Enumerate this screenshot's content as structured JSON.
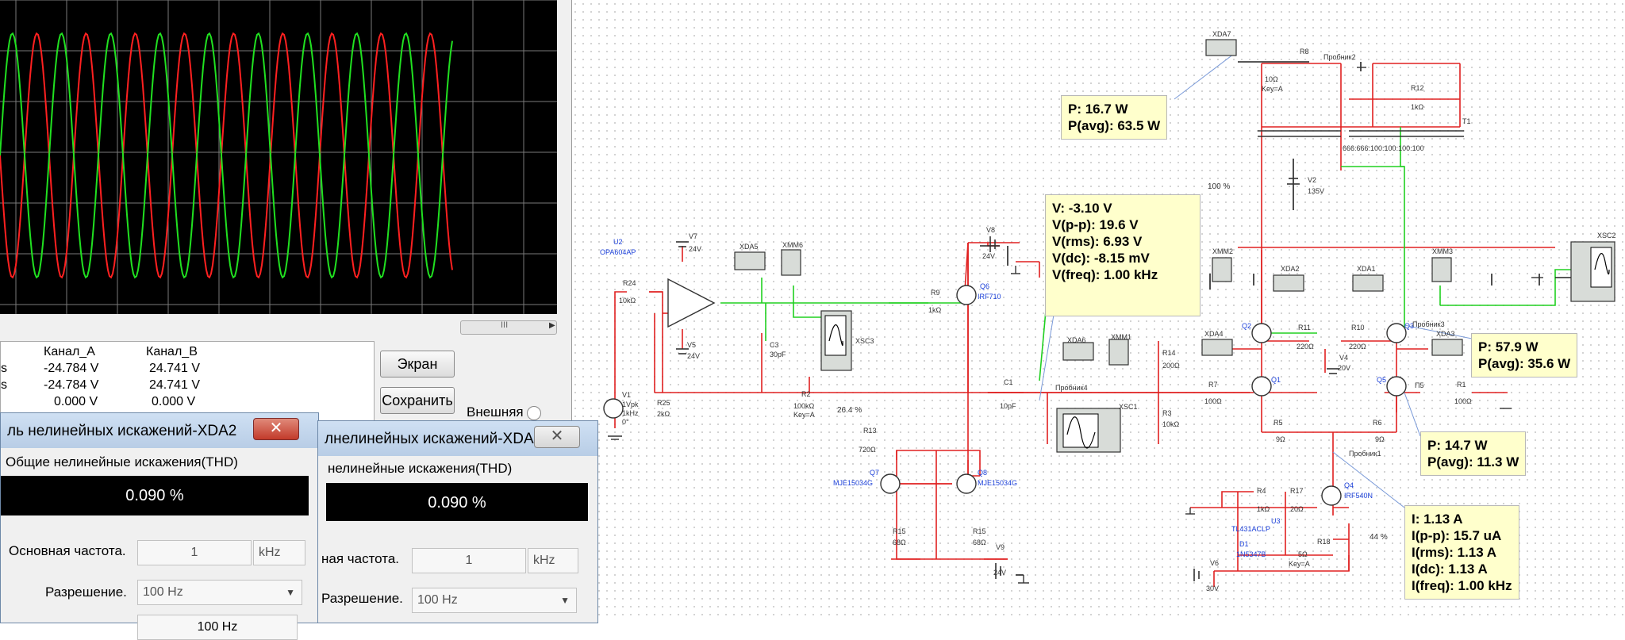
{
  "scope": {
    "table": {
      "headers": [
        "Канал_A",
        "Канал_B"
      ],
      "rows": [
        {
          "label": "s",
          "a": "-24.784 V",
          "b": "24.741 V"
        },
        {
          "label": "s",
          "a": "-24.784 V",
          "b": "24.741 V"
        },
        {
          "label": "",
          "a": "0.000 V",
          "b": "0.000 V"
        }
      ]
    },
    "buttons": {
      "screen": "Экран",
      "save": "Сохранить"
    },
    "external_label": "Внешняя",
    "scroll_glyph": "III",
    "traces": {
      "channel_a_color": "#ff2020",
      "channel_b_color": "#20e020"
    }
  },
  "thd_xda2": {
    "title": "ль нелинейных искажений-XDA2",
    "header": "Общие нелинейные искажения(THD)",
    "value": "0.090 %",
    "fundamental_label": "Основная частота.",
    "fundamental_value": "1",
    "fundamental_unit": "kHz",
    "resolution_label": "Разрешение.",
    "resolution_value": "100 Hz",
    "next_value": "100 Hz"
  },
  "thd_xda1": {
    "title": "лнелинейных искажений-XDA1",
    "header": "нелинейные искажения(THD)",
    "value": "0.090 %",
    "fundamental_label": "ная частота.",
    "fundamental_value": "1",
    "fundamental_unit": "kHz",
    "resolution_label": "Разрешение.",
    "resolution_value": "100 Hz"
  },
  "probes": {
    "p_top": [
      "P: 16.7 W",
      "P(avg): 63.5 W"
    ],
    "v_mid": [
      "V: -3.10 V",
      "V(p-p): 19.6 V",
      "V(rms): 6.93 V",
      "V(dc): -8.15 mV",
      "V(freq): 1.00 kHz"
    ],
    "p_right": [
      "P: 57.9 W",
      "P(avg): 35.6 W"
    ],
    "p_right2": [
      "P: 14.7 W",
      "P(avg): 11.3 W"
    ],
    "i_bottom": [
      "I: 1.13 A",
      "I(p-p): 15.7 uA",
      "I(rms): 1.13 A",
      "I(dc): 1.13 A",
      "I(freq): 1.00 kHz"
    ]
  },
  "schematic_labels": {
    "u2": "U2",
    "u2_part": "OPA604AP",
    "v7": "V7",
    "v7_val": "24V",
    "v5": "V5",
    "v5_val": "24V",
    "v8": "V8",
    "v8_val": "24V",
    "v9": "V9",
    "v9_val": "24V",
    "v1": "V1",
    "v1_val": [
      "1Vpk",
      "1kHz",
      "0°"
    ],
    "r24": "R24",
    "r24_val": "10kΩ",
    "r25": "R25",
    "r25_val": "2kΩ",
    "r9": "R9",
    "r9_val": "1kΩ",
    "r2": "R2",
    "r2_val": [
      "100kΩ",
      "Key=A"
    ],
    "r2_pct": "26.4 %",
    "c3": "C3",
    "c3_val": "30pF",
    "c1": "C1",
    "c1_val": "10pF",
    "q6": "Q6",
    "q6_part": "IRF710",
    "q7": "Q7",
    "q7_part": "MJE15034G",
    "q8": "Q8",
    "q8_part": "MJE15034G",
    "r13": "R13",
    "r13_val": "720Ω",
    "r15a": "R15",
    "r15a_val": "68Ω",
    "r15b": "R15",
    "r15b_val": "68Ω",
    "xda5": "XDA5",
    "xmm6": "XMM6",
    "xsc3": "XSC3",
    "xda6": "XDA6",
    "xmm1": "XMM1",
    "xsc1": "XSC1",
    "r14": "R14",
    "r14_val": "200Ω",
    "r3": "R3",
    "r3_val": "10kΩ",
    "probe4": "Пробник4",
    "xda7": "XDA7",
    "r8": "R8",
    "r8_val": [
      "10Ω",
      "Key=A"
    ],
    "probe2": "Пробник2",
    "r12": "R12",
    "r12_val": "1kΩ",
    "t1": "T1",
    "t1_ratio": "666:666:100:100:100:100",
    "v2": "V2",
    "v2_val": "135V",
    "pct100": "100 %",
    "xmm2": "XMM2",
    "xda2": "XDA2",
    "xda1": "XDA1",
    "xmm3": "XMM3",
    "xsc2": "XSC2",
    "xda4": "XDA4",
    "xda3": "XDA3",
    "q2": "Q2",
    "q3": "Q3",
    "q1": "Q1",
    "q5": "Q5",
    "r11": "R11",
    "r11_val": "220Ω",
    "r10": "R10",
    "r10_val": "220Ω",
    "v4": "V4",
    "v4_val": "20V",
    "r7": "R7",
    "r7_val": "100Ω",
    "r1": "R1",
    "r1_val": "100Ω",
    "probe3": "Пробник3",
    "p5": "П5",
    "r5": "R5",
    "r5_val": "9Ω",
    "r6": "R6",
    "r6_val": "9Ω",
    "probe1": "Пробник1",
    "r4": "R4",
    "r4_val": "1kΩ",
    "r17": "R17",
    "r17_val": "20Ω",
    "q4": "Q4",
    "q4_part": "IRF540N",
    "u3": "U3",
    "u3_part": "TL431ACLP",
    "d1": "D1",
    "d1_part": "1N5347B",
    "r18": "R18",
    "r18_val": [
      "5Ω",
      "Key=A"
    ],
    "pct44": "44 %",
    "v6": "V6",
    "v6_val": "30V"
  }
}
